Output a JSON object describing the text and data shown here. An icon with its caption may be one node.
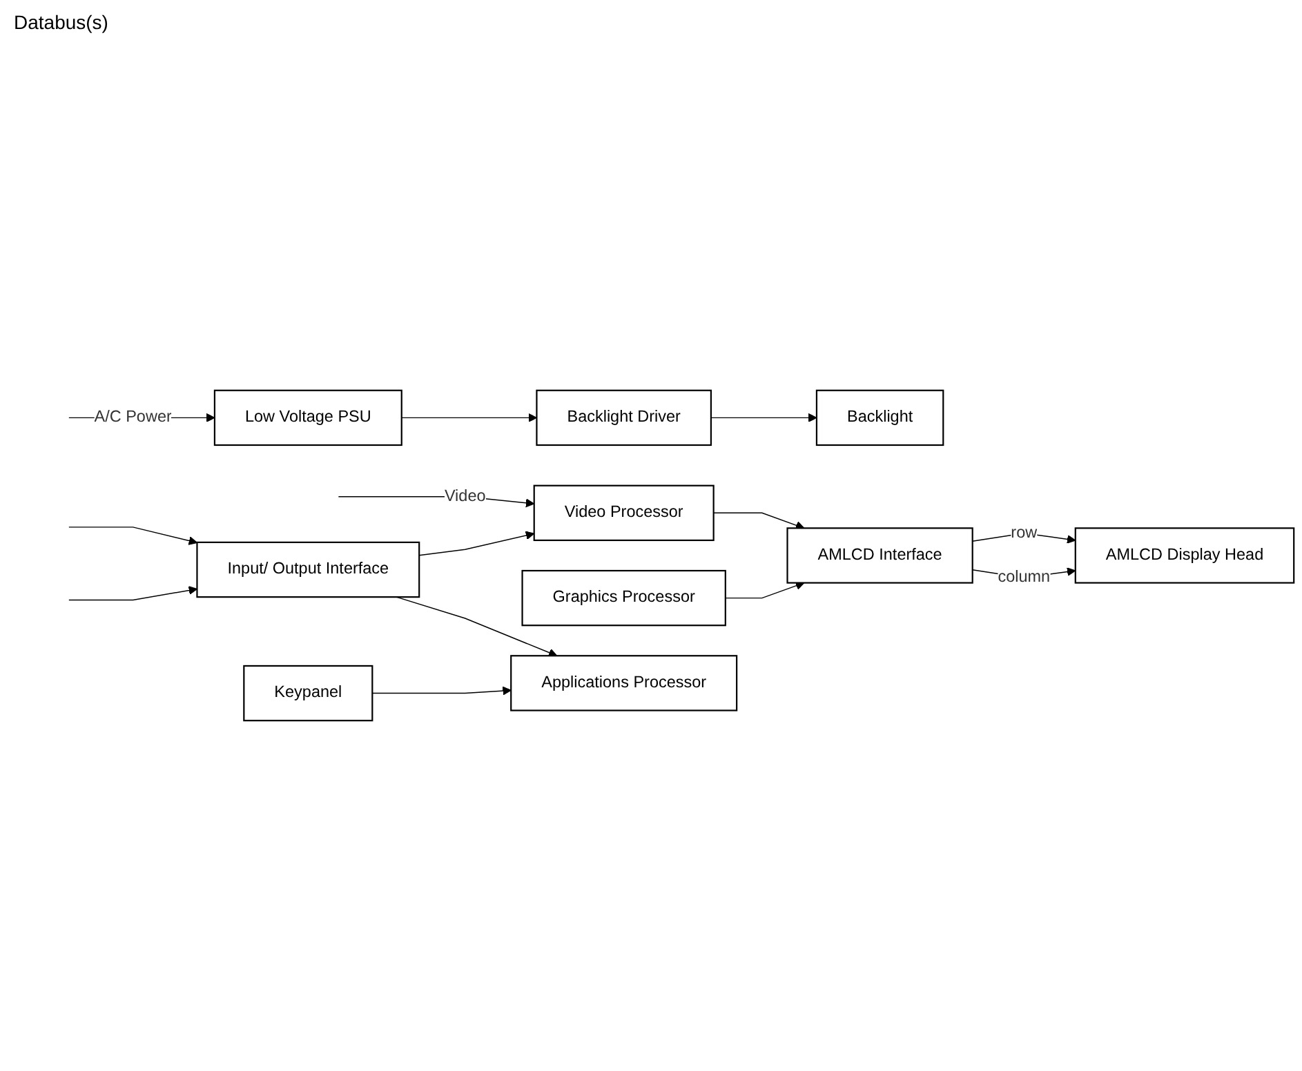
{
  "diagram": {
    "nodes": [
      {
        "text": [
          "Low Voltage PSU"
        ]
      },
      {
        "text": [
          "Backlight Driver"
        ]
      },
      {
        "text": [
          "Video Processor"
        ]
      },
      {
        "text": [
          "Input/ Output Interface"
        ]
      },
      {
        "text": [
          "Backlight"
        ]
      },
      {
        "text": [
          "AMLCD Display Head"
        ]
      },
      {
        "text": [
          "Keypanel"
        ]
      },
      {
        "text": [
          "Graphics Processor"
        ]
      },
      {
        "text": [
          "AMLCD Interface"
        ]
      },
      {
        "text": [
          "Applications Processor"
        ]
      }
    ],
    "edges": [
      {
        "from": null,
        "to": 0,
        "arrow": "to",
        "label": "A/C Power"
      },
      {
        "from": 0,
        "to": 1,
        "arrow": "to"
      },
      {
        "from": 1,
        "to": 4,
        "arrow": "to"
      },
      {
        "from": null,
        "to": 2,
        "arrow": "to",
        "label": "Video"
      },
      {
        "from": 3,
        "to": 2,
        "arrow": "to"
      },
      {
        "from": null,
        "to": 3,
        "arrow": "to"
      },
      {
        "from": null,
        "to": 3,
        "arrow": "to"
      },
      {
        "from": 2,
        "to": 8,
        "arrow": "to"
      },
      {
        "from": 7,
        "to": 8,
        "arrow": "to"
      },
      {
        "from": 3,
        "to": 9,
        "arrow": "to"
      },
      {
        "from": 6,
        "to": 9,
        "arrow": "to"
      },
      {
        "from": 8,
        "to": 5,
        "arrow": "to",
        "label": "row"
      },
      {
        "from": 8,
        "to": 5,
        "arrow": "to",
        "label": "column"
      }
    ],
    "labels": [
      "Databus(s)"
    ]
  }
}
